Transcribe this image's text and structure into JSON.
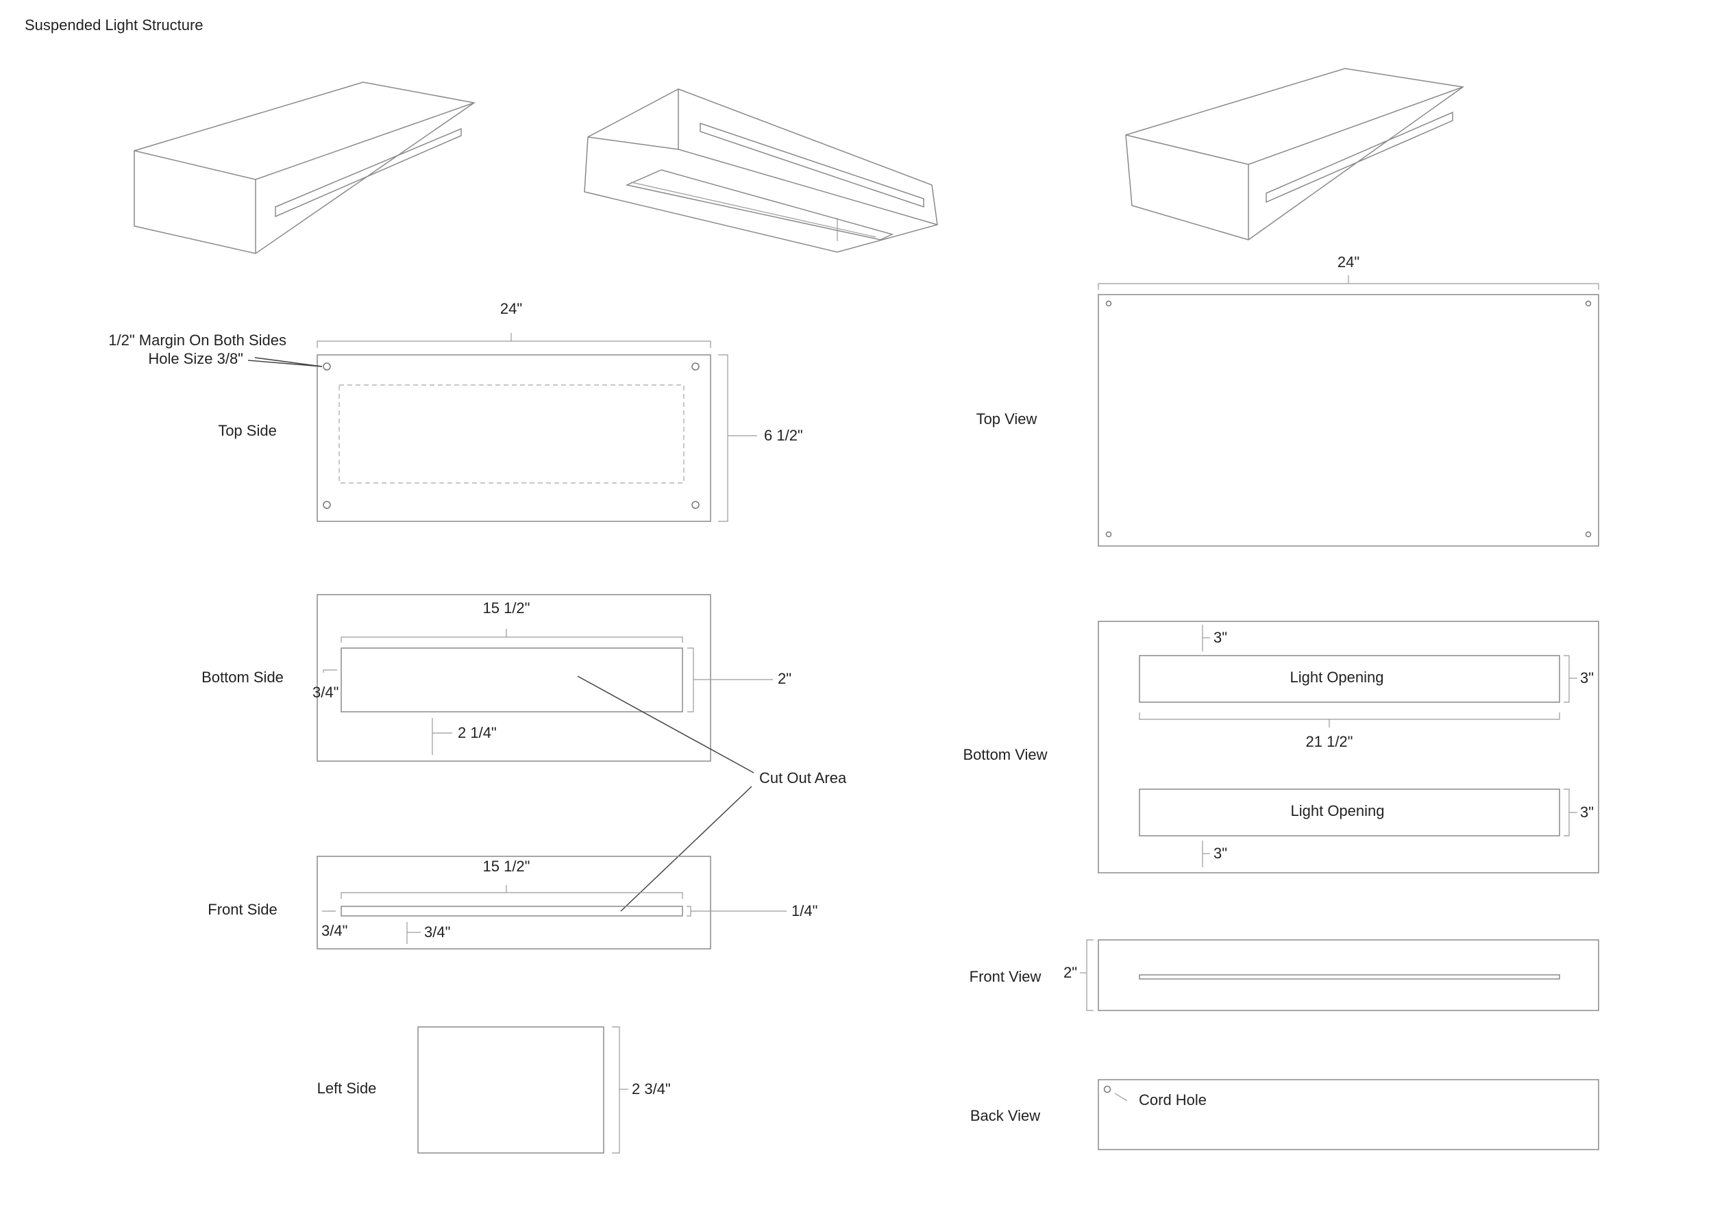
{
  "title": "Suspended Light Structure",
  "left_panels": {
    "top_side": {
      "label": "Top Side",
      "width_dim": "24\"",
      "height_dim": "6 1/2\"",
      "margin_note": "1/2\" Margin On Both Sides",
      "hole_note": "Hole Size 3/8\""
    },
    "bottom_side": {
      "label": "Bottom Side",
      "cutout_width_dim": "15 1/2\"",
      "cutout_height_dim": "2\"",
      "left_offset_dim": "3/4\"",
      "bottom_offset_dim": "2 1/4\""
    },
    "cut_out_label": "Cut Out Area",
    "front_side": {
      "label": "Front Side",
      "slot_width_dim": "15 1/2\"",
      "slot_height_dim": "1/4\"",
      "left_offset_dim": "3/4\"",
      "bottom_offset_dim": "3/4\""
    },
    "left_side": {
      "label": "Left Side",
      "height_dim": "2 3/4\""
    }
  },
  "right_panels": {
    "top_view": {
      "label": "Top View",
      "width_dim": "24\""
    },
    "bottom_view": {
      "label": "Bottom View",
      "top_offset_dim": "3\"",
      "opening_1_label": "Light Opening",
      "opening_1_height_dim": "3\"",
      "opening_width_dim": "21 1/2\"",
      "opening_2_label": "Light Opening",
      "opening_2_height_dim": "3\"",
      "bottom_offset_dim": "3\""
    },
    "front_view": {
      "label": "Front View",
      "height_dim": "2\""
    },
    "back_view": {
      "label": "Back View",
      "cord_hole_label": "Cord Hole"
    }
  }
}
